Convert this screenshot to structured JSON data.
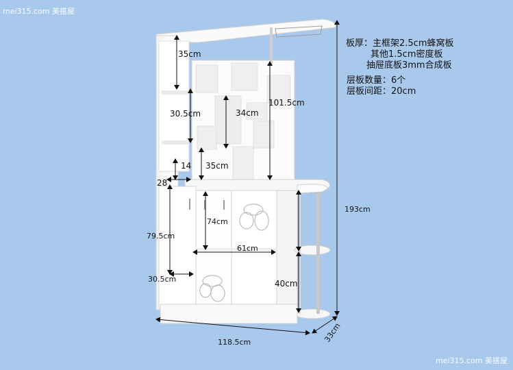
{
  "watermark": {
    "top_left": "mei315.com 美搭屋",
    "bottom_right": "mei315.com 美搭屋"
  },
  "dimensions": {
    "top_side": "35cm",
    "left_shelf": "30.5cm",
    "inner_width": "34cm",
    "upper_height": "101.5cm",
    "shelf_gap": "35cm",
    "small_a": "14",
    "small_b": "28",
    "cabinet_height": "79.5cm",
    "door_height": "74cm",
    "door_width": "61cm",
    "base_height": "30.5cm",
    "side_shelf": "40cm",
    "total_height": "193cm",
    "total_width": "118.5cm",
    "depth": "33cm"
  },
  "specs": {
    "line1": "板厚：主框架2.5cm蜂窝板",
    "line2": "其他1.5cm密度板",
    "line3": "抽屉底板3mm合成板",
    "line4": "层板数量：6个",
    "line5": "层板间距：20cm"
  }
}
